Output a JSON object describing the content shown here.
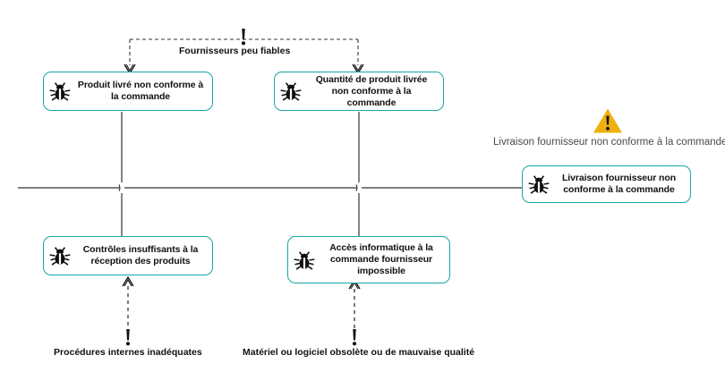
{
  "diagram": {
    "type": "fishbone-ishikawa",
    "title_caption": "Livraison fournisseur non conforme à la commande-",
    "colors": {
      "node_border": "#17A7A7",
      "node_fill": "#FFFFFF",
      "warning_fill": "#EFB10F",
      "line": "#333333",
      "text": "#111111",
      "caption_text": "#4A4A4A"
    },
    "nodes": [
      {
        "id": "produit-non-conforme",
        "label": "Produit livré non conforme à la commande",
        "icon": "bug-icon"
      },
      {
        "id": "quantite-non-conforme",
        "label": "Quantité de produit livrée non conforme à la commande",
        "icon": "bug-icon"
      },
      {
        "id": "controles-insuffisants",
        "label": "Contrôles insuffisants à la réception des produits",
        "icon": "bug-icon"
      },
      {
        "id": "acces-informatique",
        "label": "Accès informatique à la commande fournisseur impossible",
        "icon": "bug-icon"
      },
      {
        "id": "livraison-non-conforme",
        "label": "Livraison fournisseur non conforme à la commande",
        "icon": "bug-icon"
      }
    ],
    "cause_labels": [
      {
        "id": "fournisseurs-peu-fiables",
        "label": "Fournisseurs peu fiables",
        "icon": "exclamation-icon"
      },
      {
        "id": "procedures-internes",
        "label": "Procédures internes inadéquates",
        "icon": "exclamation-icon"
      },
      {
        "id": "materiel-logiciel",
        "label": "Matériel ou logiciel obsolète ou de mauvaise qualité",
        "icon": "exclamation-icon"
      }
    ],
    "warning": {
      "id": "effect-warning",
      "icon": "warning-triangle-icon"
    }
  }
}
